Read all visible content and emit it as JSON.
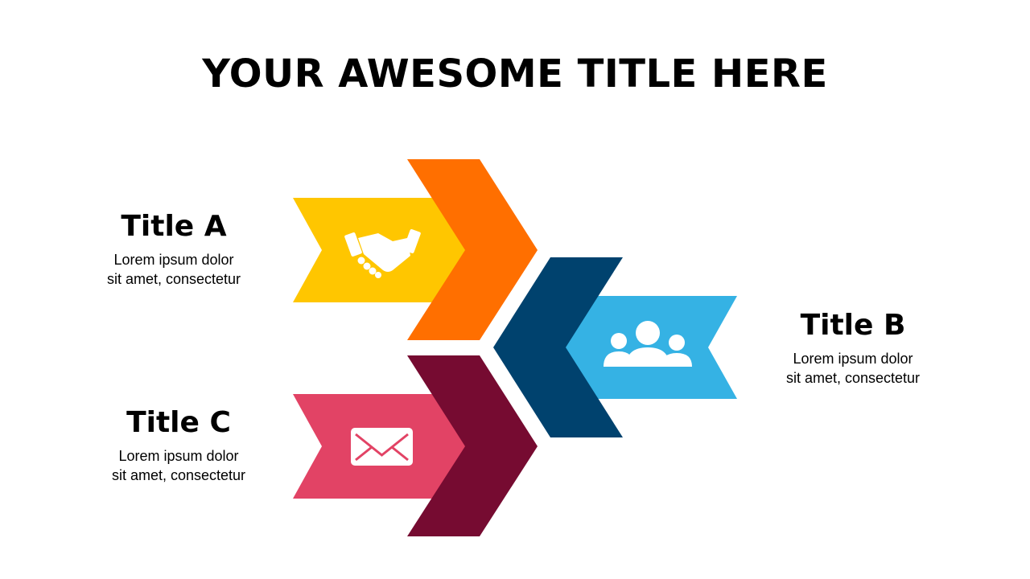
{
  "title": "YOUR AWESOME TITLE HERE",
  "items": [
    {
      "id": "a",
      "title": "Title A",
      "text_line1": "Lorem ipsum dolor",
      "text_line2": "sit amet, consectetur",
      "icon": "handshake-icon",
      "ribbon_color": "#FFC600",
      "chevron_color": "#FF6F00"
    },
    {
      "id": "b",
      "title": "Title B",
      "text_line1": "Lorem ipsum dolor",
      "text_line2": "sit amet, consectetur",
      "icon": "users-group-icon",
      "ribbon_color": "#35B2E4",
      "chevron_color": "#00426E"
    },
    {
      "id": "c",
      "title": "Title C",
      "text_line1": "Lorem ipsum dolor",
      "text_line2": "sit amet, consectetur",
      "icon": "envelope-icon",
      "ribbon_color": "#E24365",
      "chevron_color": "#760B31"
    }
  ]
}
